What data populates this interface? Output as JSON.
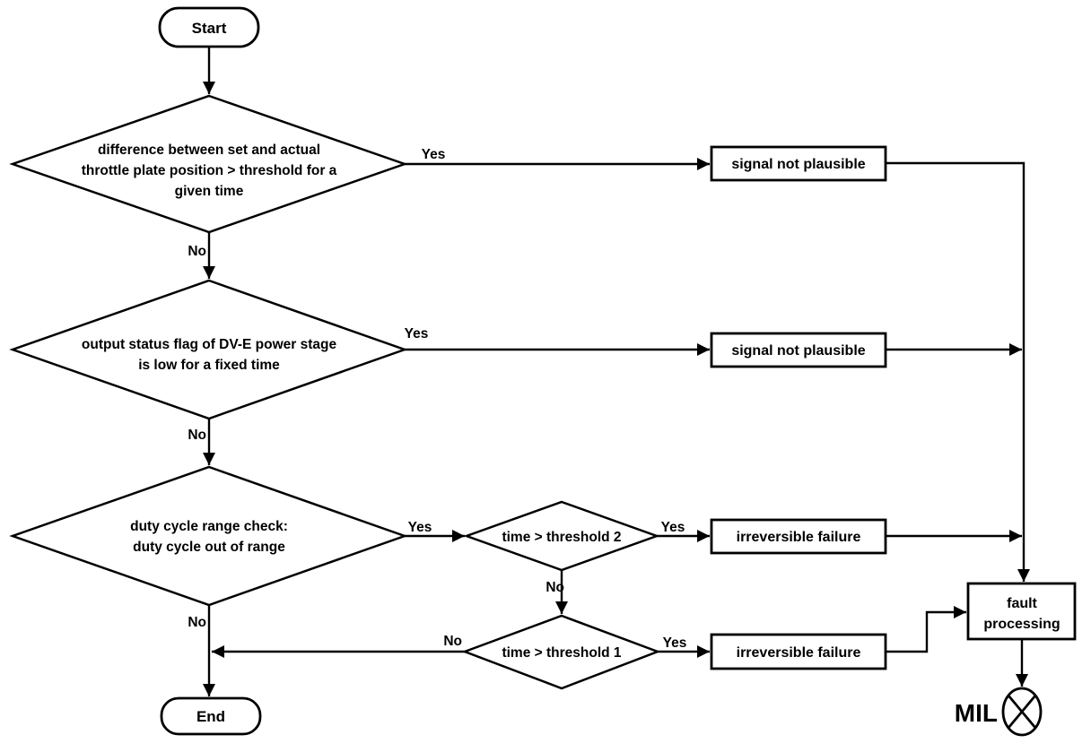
{
  "background": "#ffffff",
  "line_color": "#000000",
  "labels": {
    "yes": "Yes",
    "no": "No"
  },
  "nodes": {
    "start": "Start",
    "end": "End",
    "decision_throttle": {
      "line1": "difference between set and actual",
      "line2": "throttle plate position > threshold  for a",
      "line3": "given time"
    },
    "decision_power_stage": {
      "line1": "output status flag of DV-E power stage",
      "line2": "is low for a fixed time"
    },
    "decision_duty_cycle": {
      "line1": "duty cycle range check:",
      "line2": "duty cycle out of range"
    },
    "decision_threshold2": "time > threshold 2",
    "decision_threshold1": "time > threshold 1",
    "process_signal_not_plausible_1": "signal not plausible",
    "process_signal_not_plausible_2": "signal not plausible",
    "process_irreversible_failure_1": "irreversible failure",
    "process_irreversible_failure_2": "irreversible failure",
    "process_fault": {
      "line1": "fault",
      "line2": "processing"
    },
    "mil": "MIL"
  }
}
